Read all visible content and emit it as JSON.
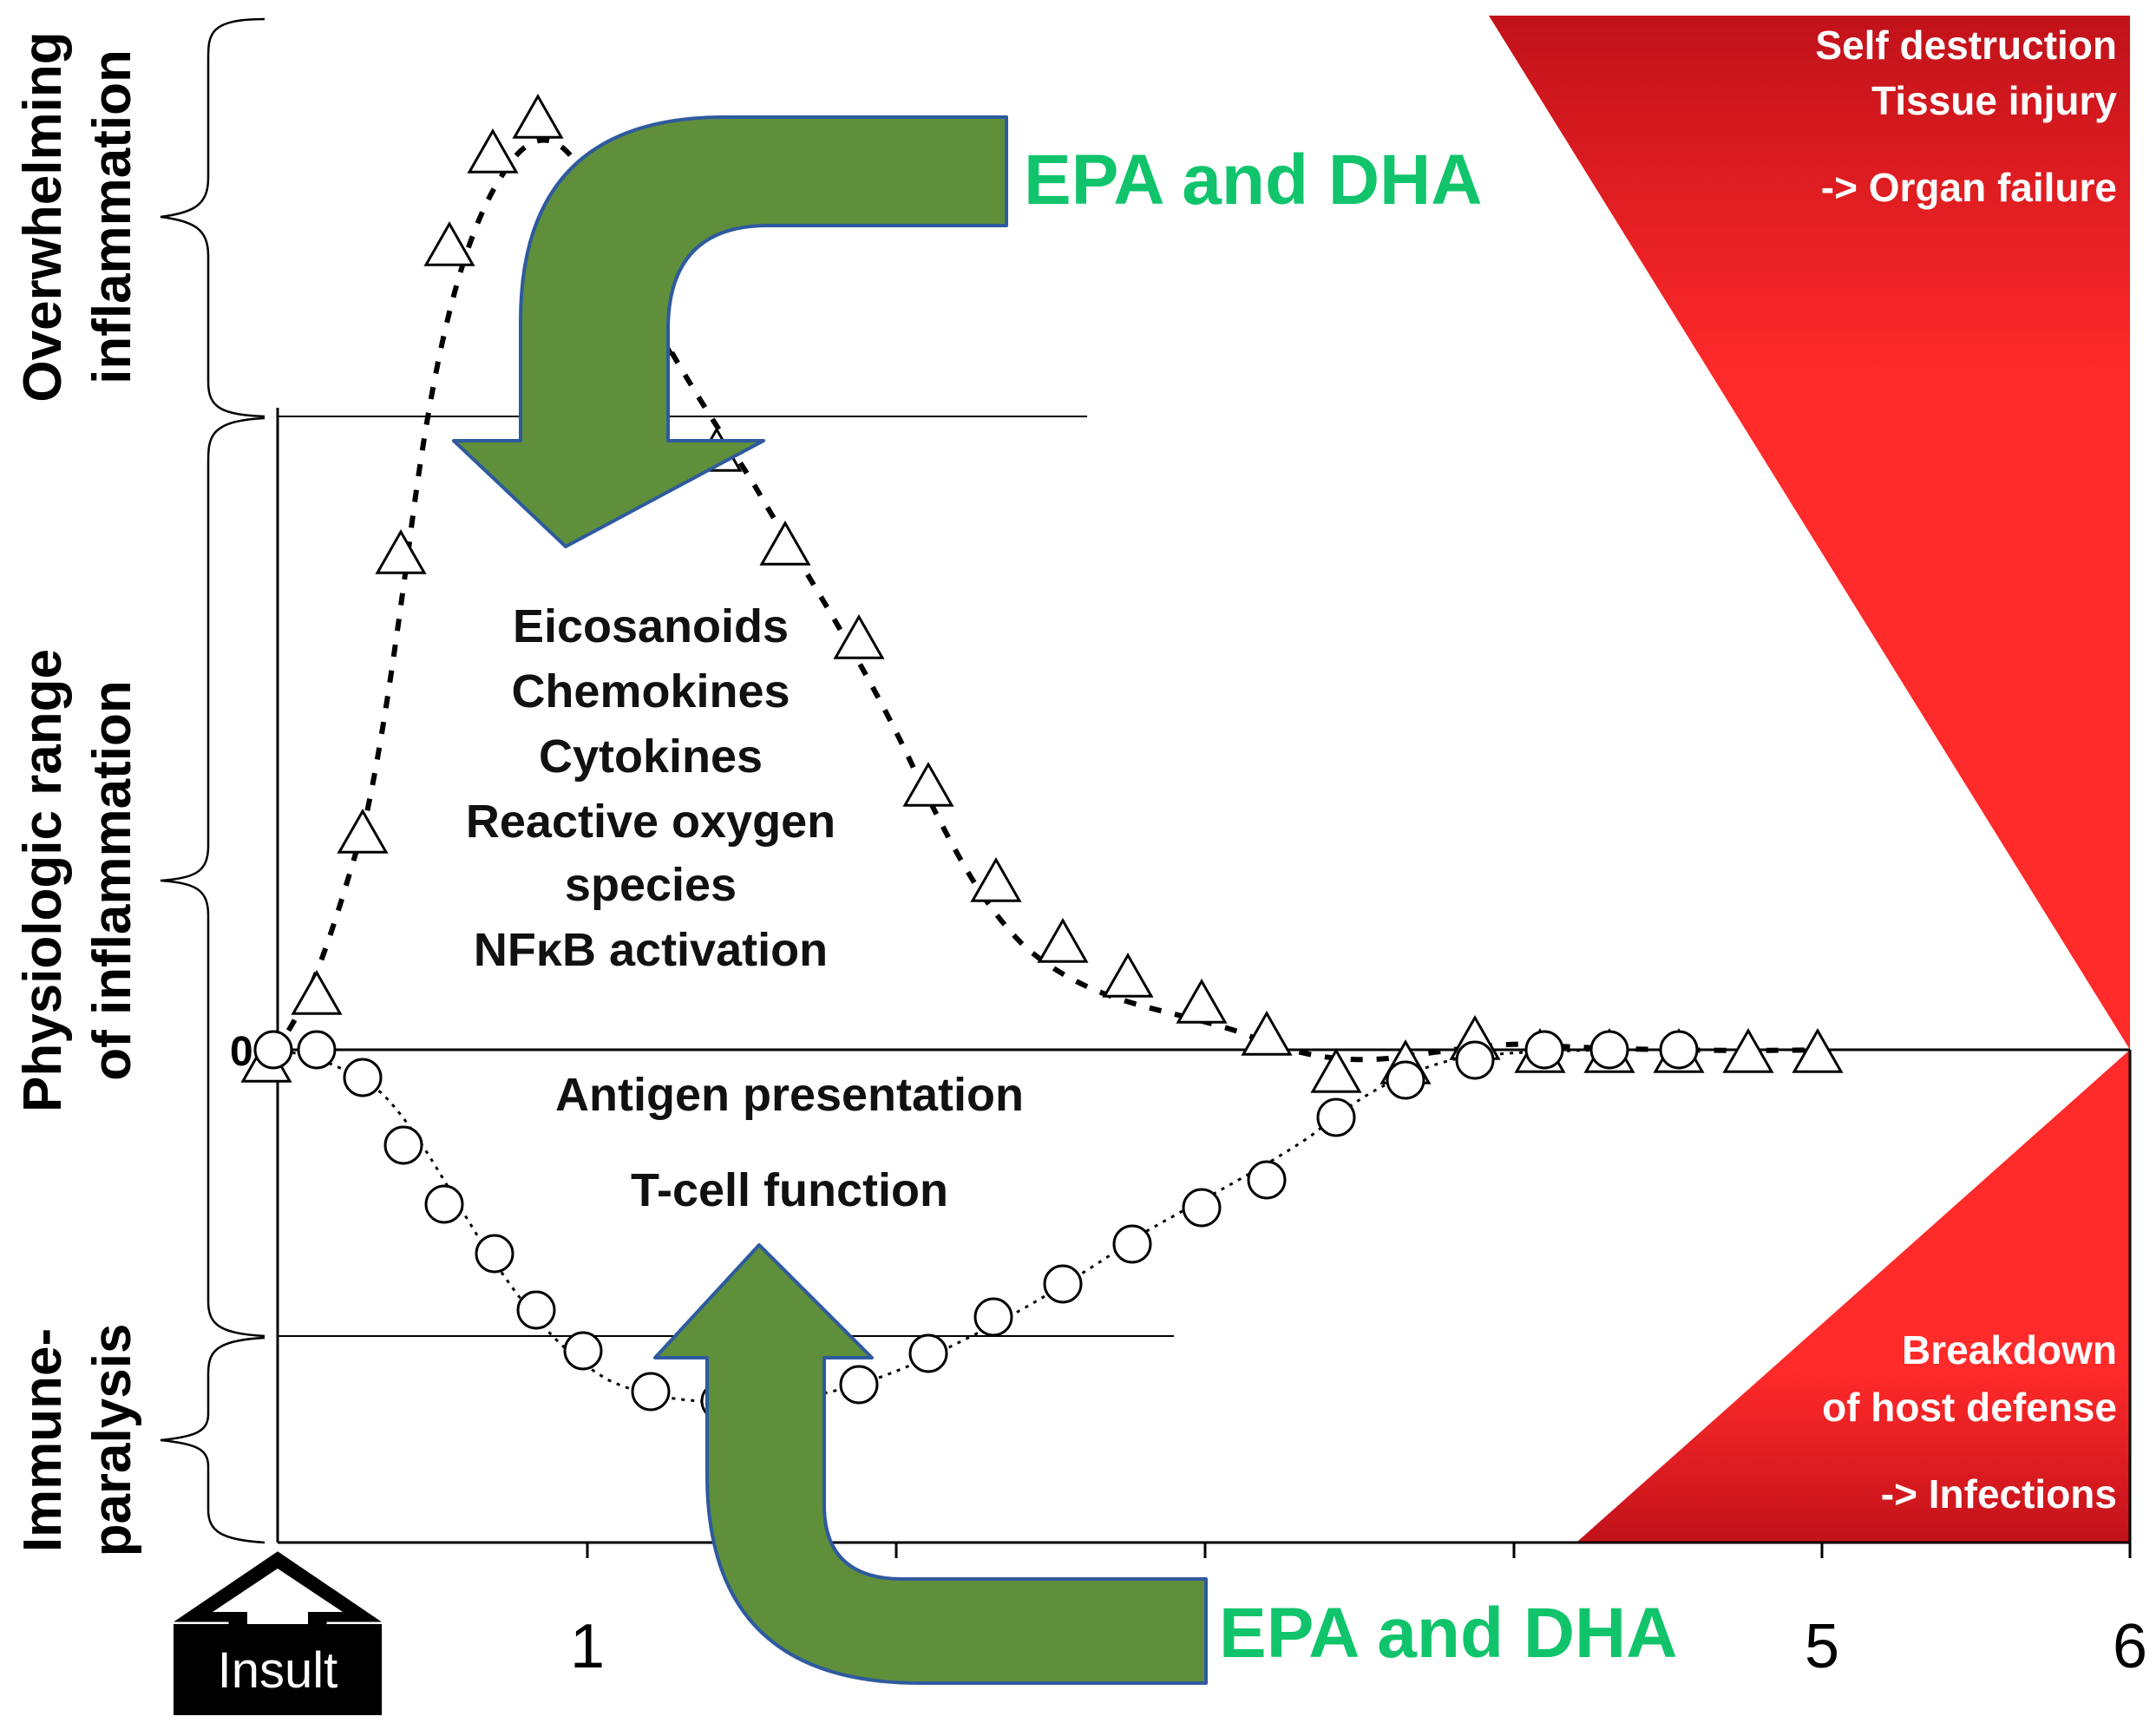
{
  "figure": {
    "zones": {
      "overwhelming": "Overwhelming inflammation",
      "overwhelming_lines": [
        "Overwhelming",
        "inflammation"
      ],
      "physiologic_lines": [
        "Physiologic range",
        "of inflammation"
      ],
      "immune_lines": [
        "Immune-",
        "paralysis"
      ]
    },
    "zero_label": "0",
    "x_ticks": [
      "1",
      "5",
      "6"
    ],
    "insult_label": "Insult",
    "pro_mediators": [
      "Eicosanoids",
      "Chemokines",
      "Cytokines",
      "Reactive oxygen",
      "species",
      "NFκB activation"
    ],
    "immune_functions": [
      "Antigen presentation",
      "T-cell function"
    ],
    "intervention_top": "EPA and DHA",
    "intervention_bottom": "EPA and DHA",
    "danger_top": [
      "Self destruction",
      "Tissue injury",
      "-> Organ failure"
    ],
    "danger_bottom": [
      "Breakdown",
      "of host defense",
      "-> Infections"
    ],
    "colors": {
      "arrow_fill": "#5f8f3a",
      "arrow_stroke": "#2e5a9e",
      "epa_text": "#11c46c",
      "danger_dark": "#c1121a",
      "danger_light": "#ff2a2a",
      "marker_stroke": "#000000"
    },
    "icons": {
      "pro_marker": "triangle-marker",
      "anti_marker": "circle-marker",
      "insult": "up-arrow-icon"
    }
  }
}
